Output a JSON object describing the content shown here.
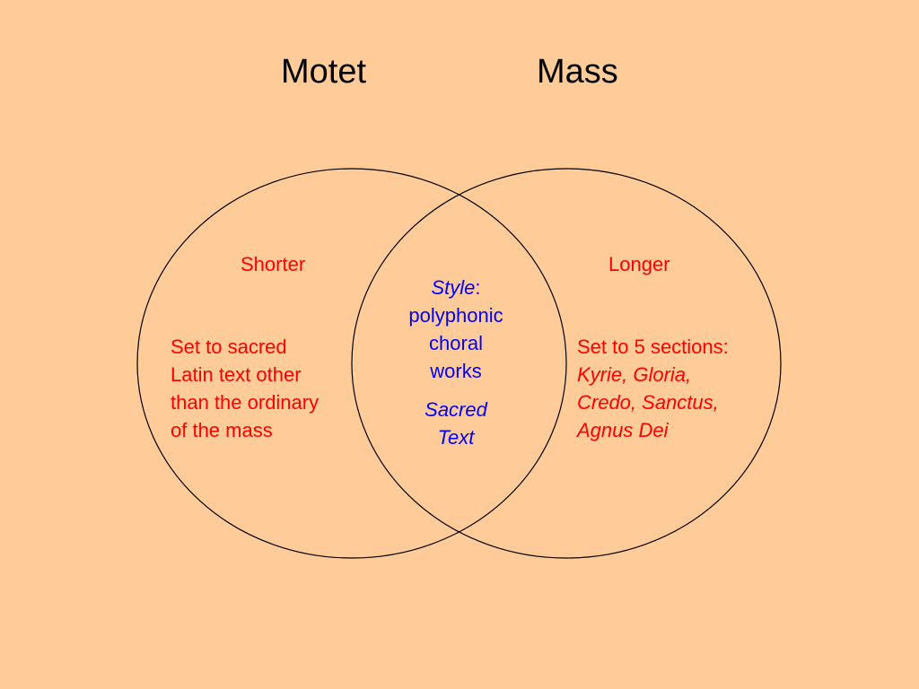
{
  "titles": {
    "left": "Motet",
    "right": "Mass"
  },
  "left_circle": {
    "heading": "Shorter",
    "description": "Set to sacred Latin text other than the ordinary of the mass",
    "description_lines": [
      "Set to sacred",
      "Latin text other",
      "than the ordinary",
      "of the mass"
    ]
  },
  "right_circle": {
    "heading": "Longer",
    "intro": "Set to 5 sections:",
    "sections_lines": [
      "Kyrie, Gloria,",
      "Credo, Sanctus,",
      "Agnus Dei"
    ]
  },
  "overlap": {
    "style_label": "Style",
    "style_colon": ":",
    "style_lines": [
      "polyphonic",
      "choral",
      "works"
    ],
    "sacred_lines": [
      "Sacred",
      "Text"
    ]
  },
  "colors": {
    "background": "#ffcc99",
    "circle_stroke": "#000000",
    "left_text": "#ff0000",
    "overlap_text": "#0000ff",
    "right_text": "#ff0000"
  }
}
